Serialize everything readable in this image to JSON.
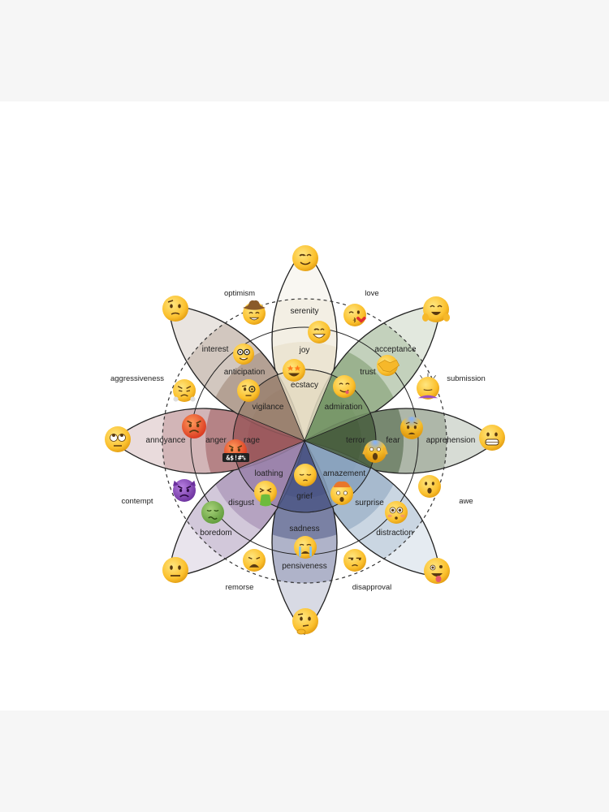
{
  "wheel": {
    "petals": [
      {
        "key": "joy",
        "color": "#e5dcc4",
        "outer": "serenity",
        "middle": "joy",
        "inner": "ecstacy"
      },
      {
        "key": "trust",
        "color": "#79986a",
        "outer": "acceptance",
        "middle": "trust",
        "inner": "admiration"
      },
      {
        "key": "fear",
        "color": "#4a6040",
        "outer": "apprehension",
        "middle": "fear",
        "inner": "terror"
      },
      {
        "key": "surprise",
        "color": "#8aa3be",
        "outer": "distraction",
        "middle": "surprise",
        "inner": "amazement"
      },
      {
        "key": "sadness",
        "color": "#4d5786",
        "outer": "pensiveness",
        "middle": "sadness",
        "inner": "grief"
      },
      {
        "key": "disgust",
        "color": "#9c84ac",
        "outer": "boredom",
        "middle": "disgust",
        "inner": "loathing"
      },
      {
        "key": "anger",
        "color": "#9c5a5e",
        "outer": "annoyance",
        "middle": "anger",
        "inner": "rage"
      },
      {
        "key": "anticipation",
        "color": "#9b8270",
        "outer": "interest",
        "middle": "anticipation",
        "inner": "vigilance"
      }
    ],
    "dyads": [
      "love",
      "submission",
      "awe",
      "disapproval",
      "remorse",
      "contempt",
      "aggressiveness",
      "optimism"
    ],
    "badge_text": "&$!#%"
  }
}
